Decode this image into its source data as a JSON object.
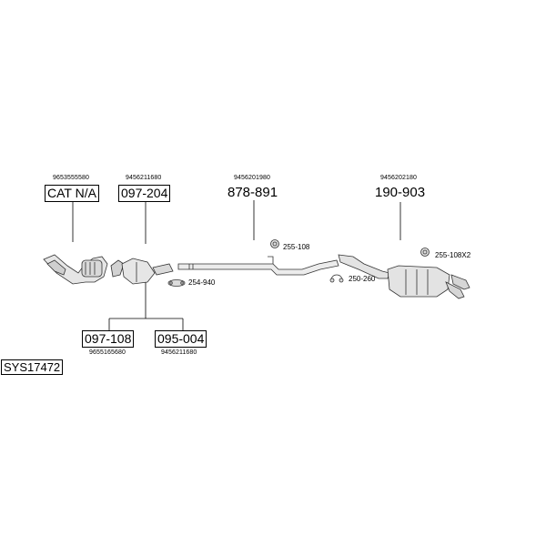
{
  "system_id": "SYS17472",
  "parts": [
    {
      "code": "CAT N/A",
      "ref": "9653555580"
    },
    {
      "code": "097-204",
      "ref": "9456211680"
    },
    {
      "code": "878-891",
      "ref": "9456201980"
    },
    {
      "code": "190-903",
      "ref": "9456202180"
    },
    {
      "code": "097-108",
      "ref": "9655165680"
    },
    {
      "code": "095-004",
      "ref": "9456211680"
    }
  ],
  "accessories": [
    {
      "code": "255-108"
    },
    {
      "code": "254-940"
    },
    {
      "code": "250-260"
    },
    {
      "code": "255-108X2"
    }
  ]
}
